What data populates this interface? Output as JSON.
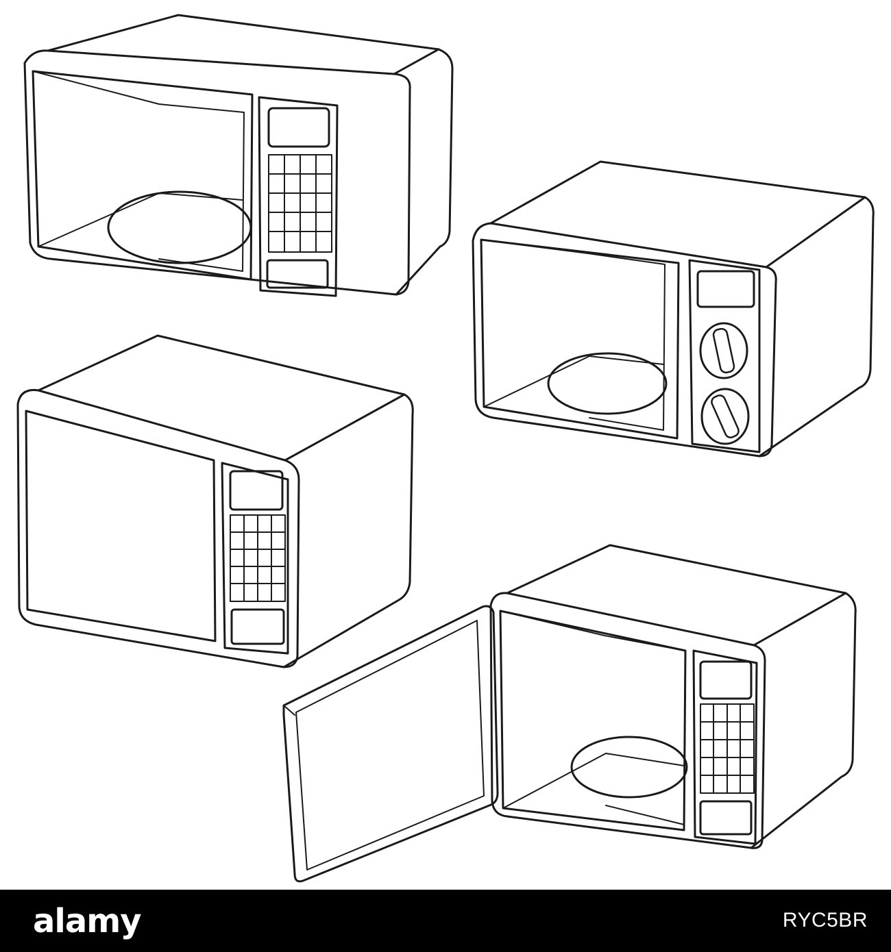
{
  "colors": {
    "background": "#ffffff",
    "line": "#1a1a1a",
    "footer": "#000000",
    "footer_text": "#ffffff"
  },
  "illustration": {
    "items": [
      {
        "name": "microwave-keypad-open-view",
        "controls": "keypad"
      },
      {
        "name": "microwave-dial-knobs",
        "controls": "two dials"
      },
      {
        "name": "microwave-keypad-closed-door",
        "controls": "keypad"
      },
      {
        "name": "microwave-door-open",
        "controls": "keypad"
      }
    ]
  },
  "footer": {
    "brand": "alamy",
    "image_id": "RYC5BR"
  }
}
